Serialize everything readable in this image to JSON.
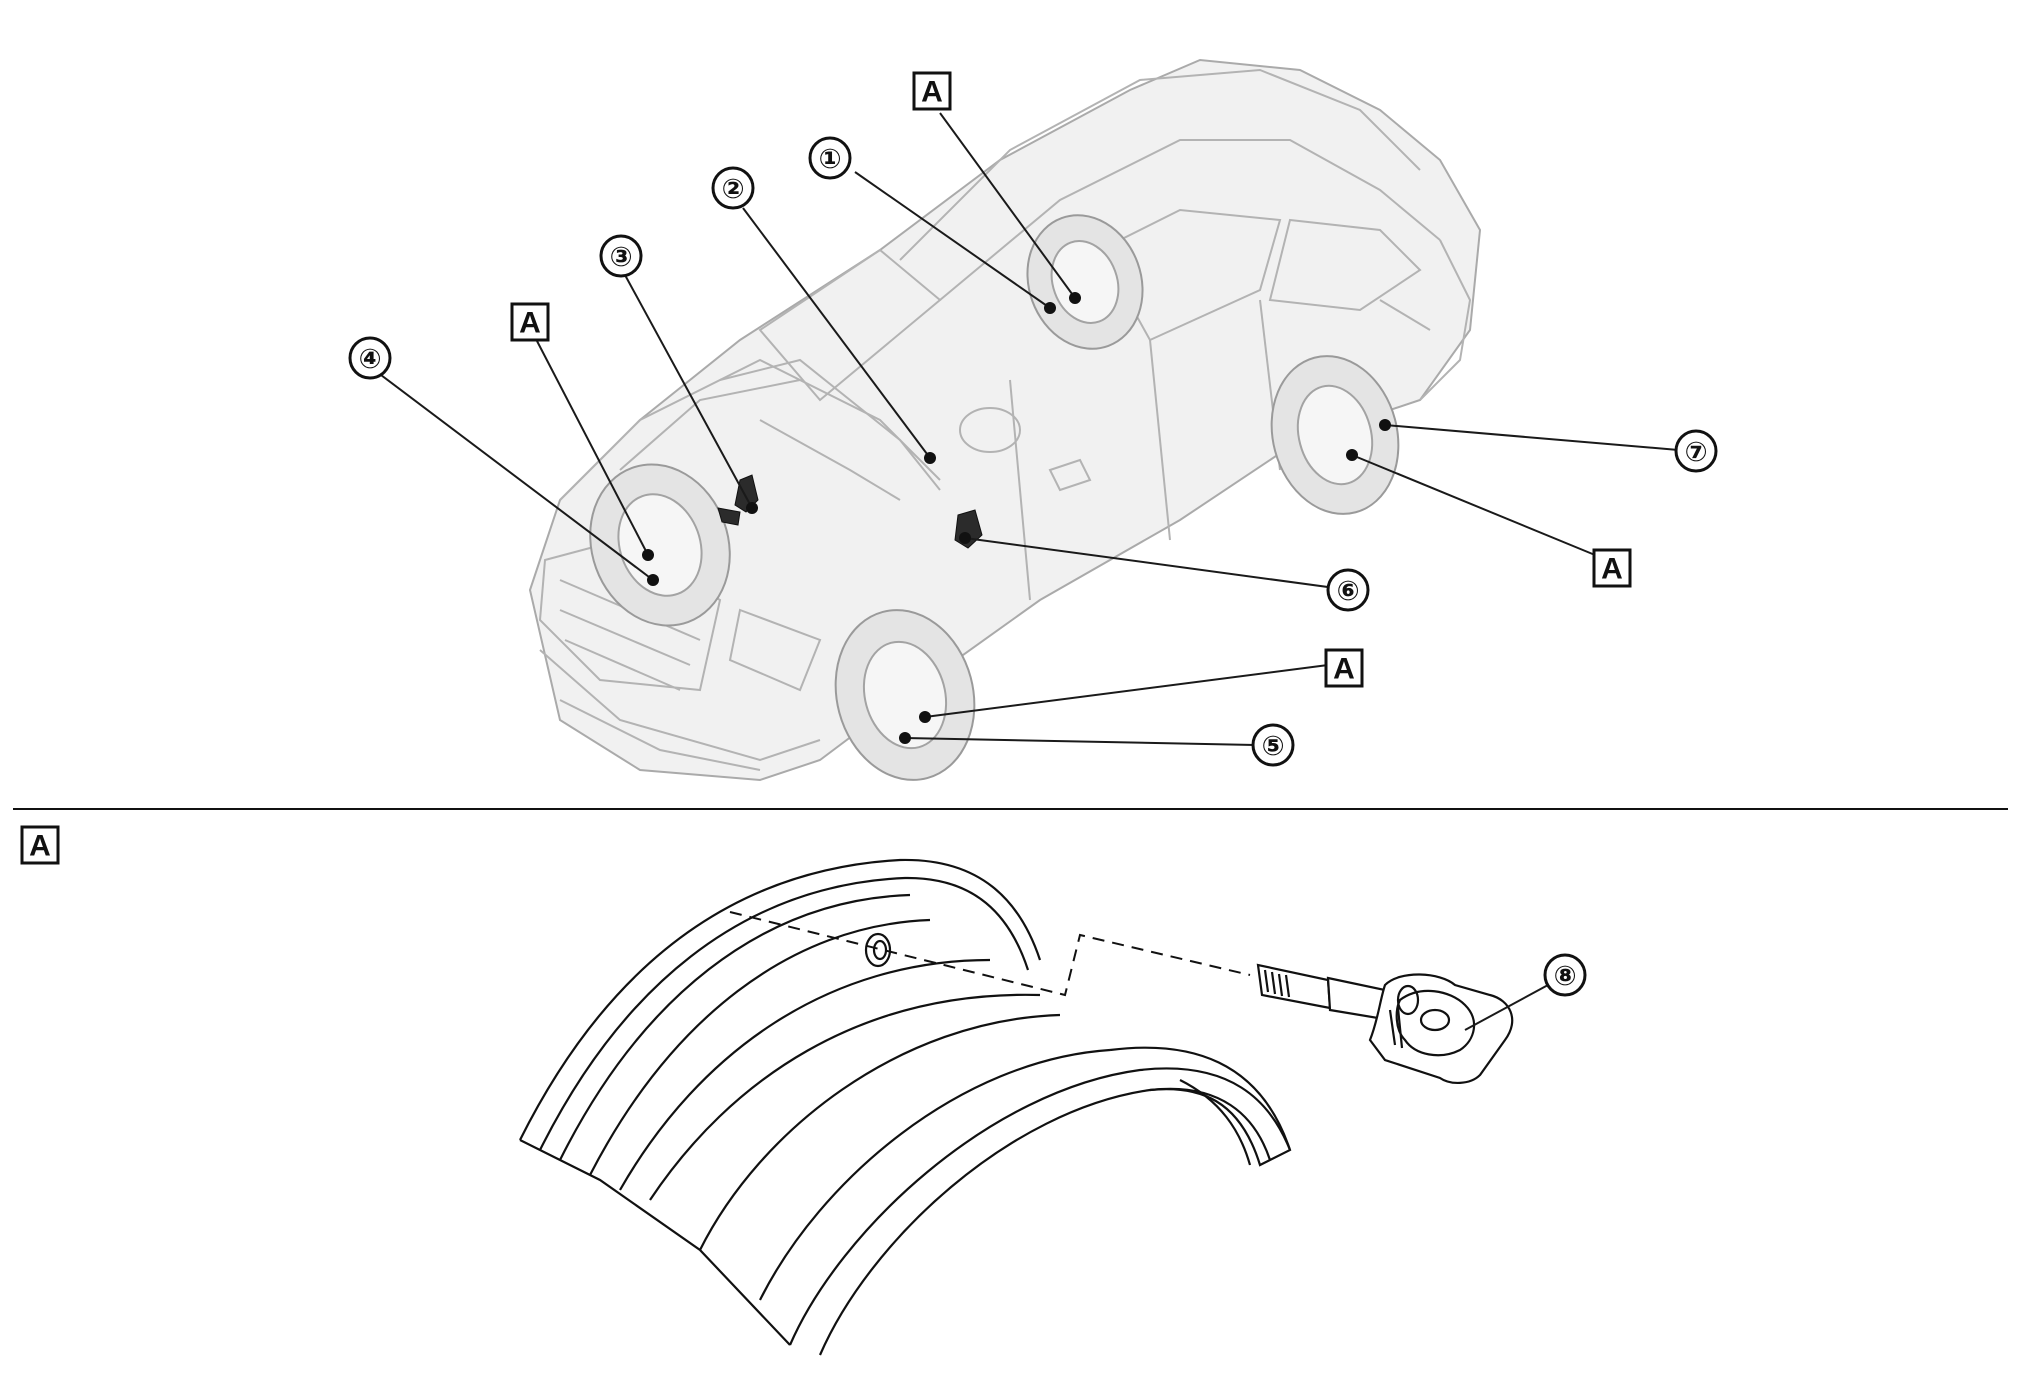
{
  "diagram": {
    "detail_label": "A",
    "callouts": [
      {
        "id": "1",
        "text": "①"
      },
      {
        "id": "2",
        "text": "②"
      },
      {
        "id": "3",
        "text": "③"
      },
      {
        "id": "4",
        "text": "④"
      },
      {
        "id": "5",
        "text": "⑤"
      },
      {
        "id": "6",
        "text": "⑥"
      },
      {
        "id": "7",
        "text": "⑦"
      },
      {
        "id": "8",
        "text": "⑧"
      }
    ],
    "box_labels": [
      "A",
      "A",
      "A",
      "A",
      "A"
    ],
    "icons": [
      "vehicle-illustration",
      "wheel-rim-illustration",
      "tpms-sensor-illustration"
    ]
  }
}
